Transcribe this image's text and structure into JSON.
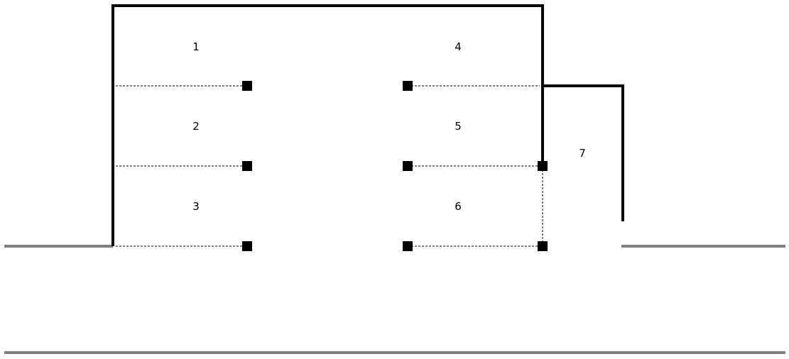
{
  "diagram": {
    "spaces": [
      {
        "id": "space-1",
        "label": "1"
      },
      {
        "id": "space-2",
        "label": "2"
      },
      {
        "id": "space-3",
        "label": "3"
      },
      {
        "id": "space-4",
        "label": "4"
      },
      {
        "id": "space-5",
        "label": "5"
      },
      {
        "id": "space-6",
        "label": "6"
      },
      {
        "id": "space-7",
        "label": "7"
      }
    ]
  },
  "colors": {
    "wall": "#000000",
    "road": "#808080",
    "divider": "#000000",
    "post": "#000000"
  }
}
